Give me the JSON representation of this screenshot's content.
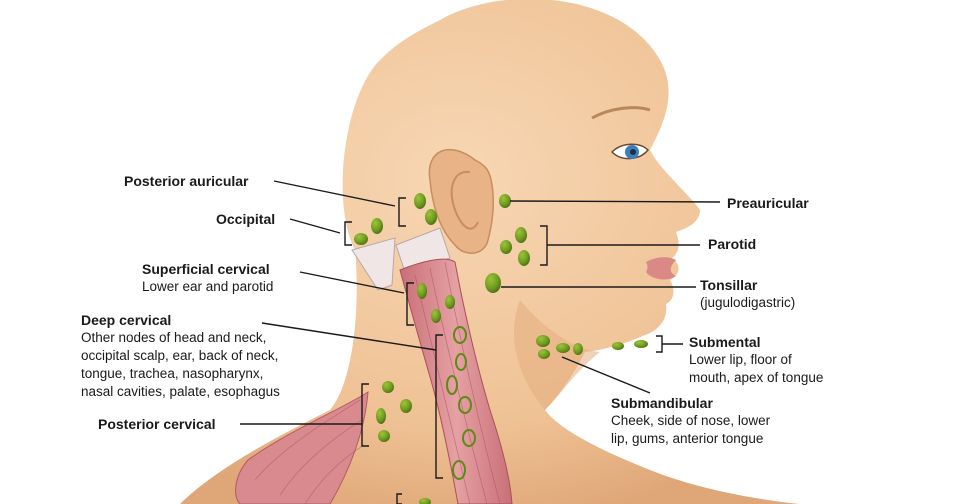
{
  "labels": {
    "posterior_auricular": {
      "title": "Posterior auricular"
    },
    "occipital": {
      "title": "Occipital"
    },
    "superficial_cervical": {
      "title": "Superficial cervical",
      "desc": [
        "Lower ear and parotid"
      ]
    },
    "deep_cervical": {
      "title": "Deep cervical",
      "desc": [
        "Other nodes of head and neck,",
        "occipital scalp, ear, back of neck,",
        "tongue, trachea, nasopharynx,",
        "nasal cavities, palate, esophagus"
      ]
    },
    "posterior_cervical": {
      "title": "Posterior cervical"
    },
    "preauricular": {
      "title": "Preauricular"
    },
    "parotid": {
      "title": "Parotid"
    },
    "tonsillar": {
      "title": "Tonsillar",
      "desc": [
        "(jugulodigastric)"
      ]
    },
    "submental": {
      "title": "Submental",
      "desc": [
        "Lower lip, floor of",
        "mouth, apex of tongue"
      ]
    },
    "submandibular": {
      "title": "Submandibular",
      "desc": [
        "Cheek, side of nose, lower",
        "lip, gums, anterior tongue"
      ]
    }
  },
  "colors": {
    "skin": "#f2c9a0",
    "skin_shadow": "#e3ad80",
    "muscle": "#d9838a",
    "node": "#6e9a1f",
    "node_dark": "#3f5f0c",
    "eye": "#3d7fb8",
    "lips": "#d98a86",
    "line": "#1a1a1a"
  }
}
